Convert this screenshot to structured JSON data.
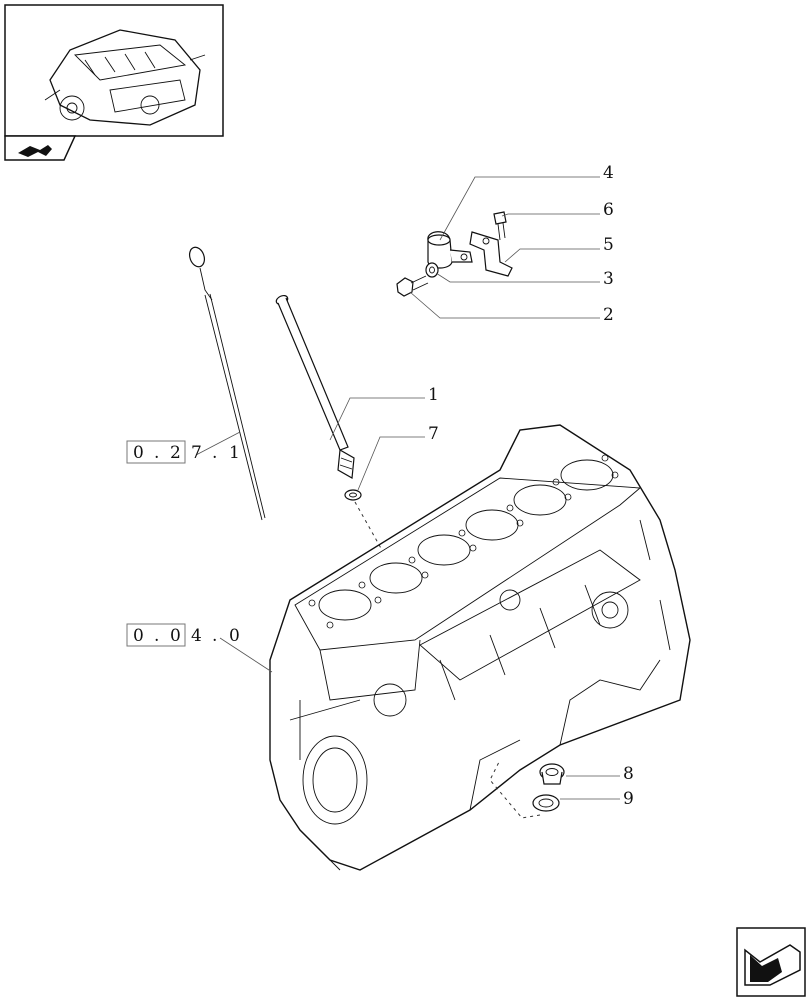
{
  "thumbnail": {
    "icon": "engine-thumbnail-icon"
  },
  "nav": {
    "back_icon": "back-arrow-icon",
    "next_icon": "next-page-arrow-icon"
  },
  "callouts": [
    {
      "id": "c1",
      "label": "1"
    },
    {
      "id": "c2",
      "label": "2"
    },
    {
      "id": "c3",
      "label": "3"
    },
    {
      "id": "c4",
      "label": "4"
    },
    {
      "id": "c5",
      "label": "5"
    },
    {
      "id": "c6",
      "label": "6"
    },
    {
      "id": "c7",
      "label": "7"
    },
    {
      "id": "c8",
      "label": "8"
    },
    {
      "id": "c9",
      "label": "9"
    }
  ],
  "references": {
    "ref_a": {
      "boxed": [
        "0",
        "2"
      ],
      "rest": [
        "7",
        "1"
      ]
    },
    "ref_b": {
      "boxed": [
        "0",
        "0"
      ],
      "rest": [
        "4",
        "0"
      ]
    }
  },
  "colors": {
    "ink": "#111111",
    "leader": "#555555",
    "paper": "#ffffff"
  }
}
